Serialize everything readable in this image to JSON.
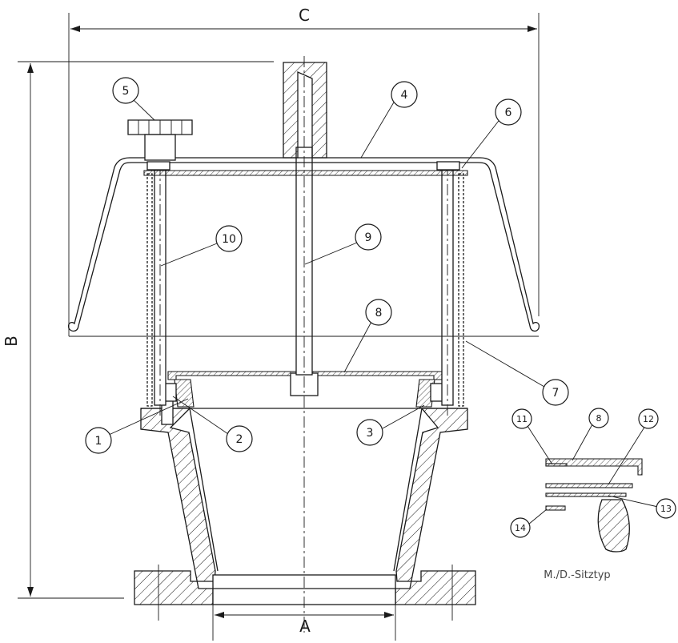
{
  "dimensions": {
    "a": "A",
    "b": "B",
    "c": "C"
  },
  "callouts": {
    "c1": "1",
    "c2": "2",
    "c3": "3",
    "c4": "4",
    "c5": "5",
    "c6": "6",
    "c7": "7",
    "c8": "8",
    "c9": "9",
    "c10": "10"
  },
  "detail": {
    "caption": "M./D.-Sitztyp",
    "callouts": {
      "c8": "8",
      "c11": "11",
      "c12": "12",
      "c13": "13",
      "c14": "14"
    }
  }
}
